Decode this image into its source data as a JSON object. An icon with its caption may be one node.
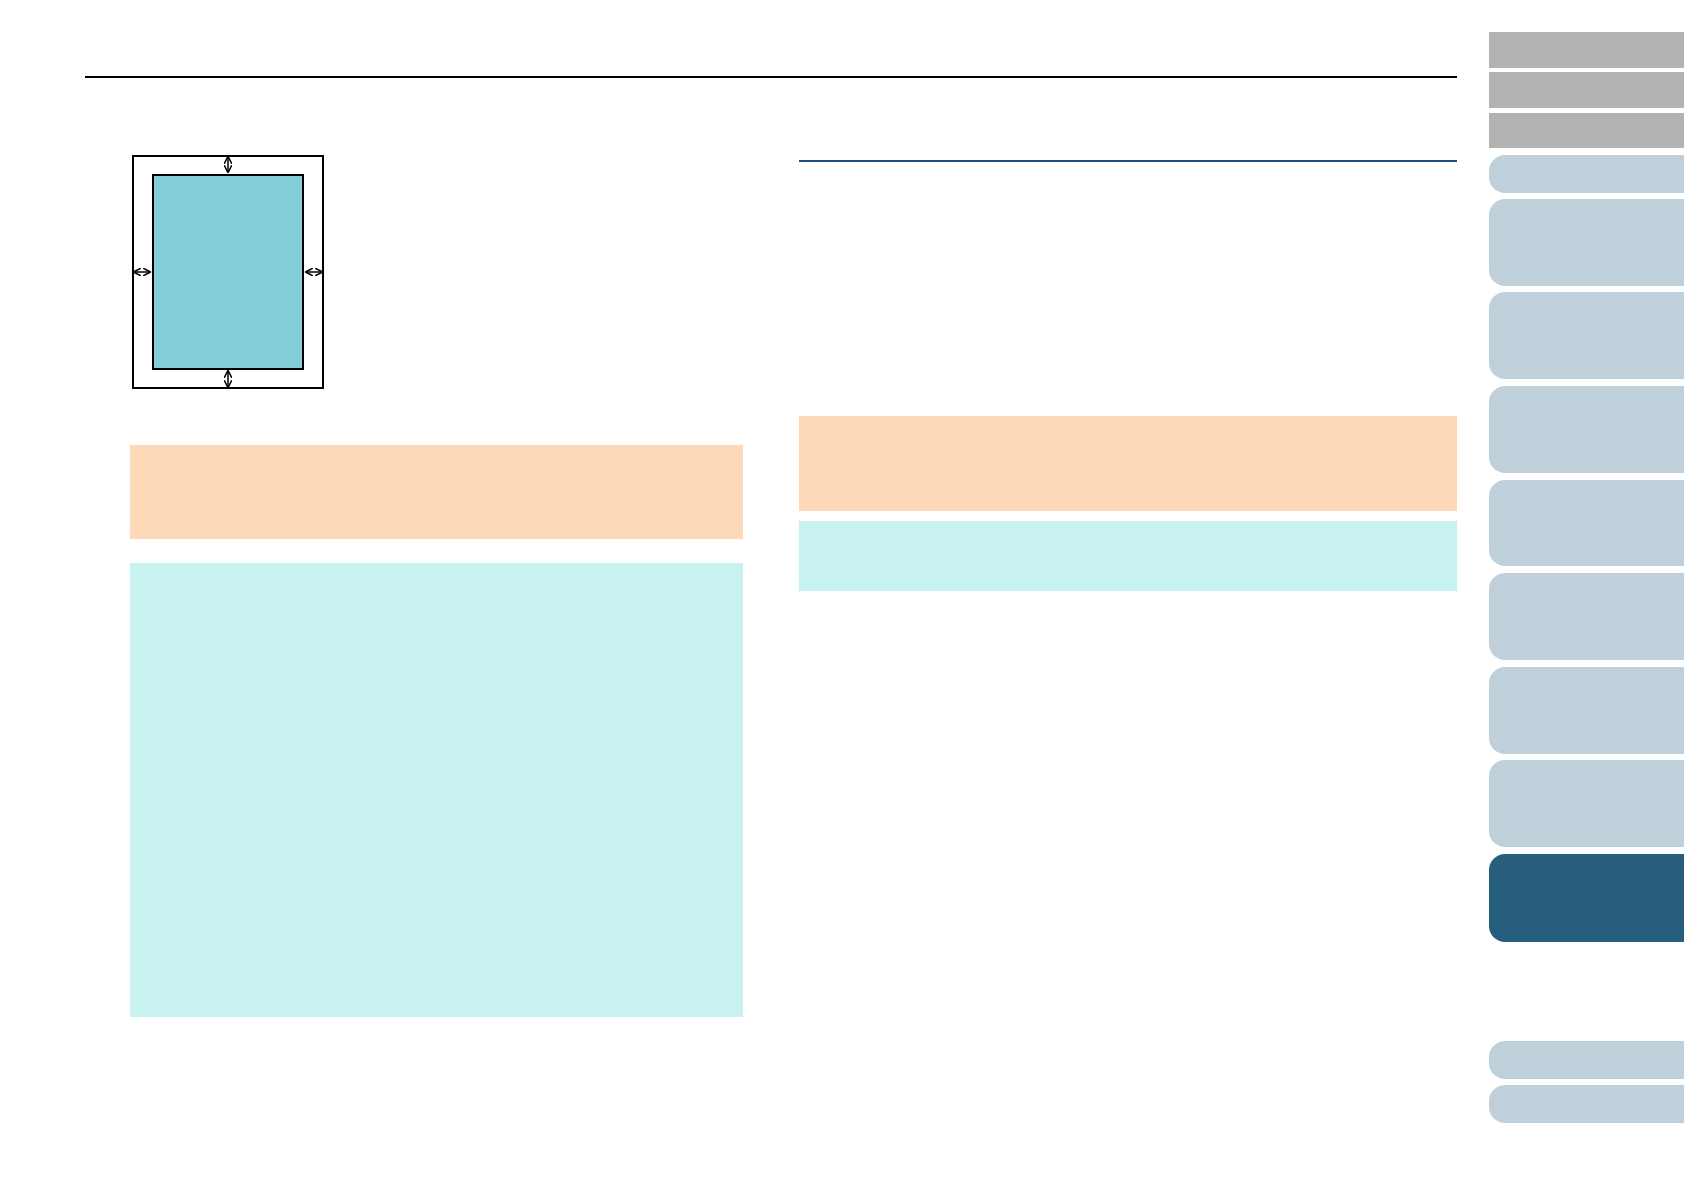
{
  "diagram": {
    "nodes": [
      {
        "text": [],
        "shape": "box"
      },
      {
        "text": [],
        "shape": "box",
        "in": 0
      },
      {
        "text": [],
        "shape": "box"
      },
      {
        "text": [],
        "shape": "box"
      },
      {
        "text": [],
        "shape": "box"
      },
      {
        "text": [],
        "shape": "box"
      },
      {
        "text": [],
        "shape": "box"
      },
      {
        "text": [],
        "shape": "box"
      },
      {
        "text": [],
        "shape": "box"
      },
      {
        "text": [],
        "shape": "box"
      },
      {
        "text": [],
        "shape": "box"
      },
      {
        "text": [],
        "shape": "box"
      },
      {
        "text": [],
        "shape": "box"
      },
      {
        "text": [],
        "shape": "box"
      },
      {
        "text": [],
        "shape": "box"
      },
      {
        "text": [],
        "shape": "box"
      },
      {
        "text": [],
        "shape": "box"
      },
      {
        "text": [],
        "shape": "box"
      },
      {
        "text": [],
        "shape": "box"
      },
      {
        "text": [],
        "shape": "box"
      }
    ]
  }
}
